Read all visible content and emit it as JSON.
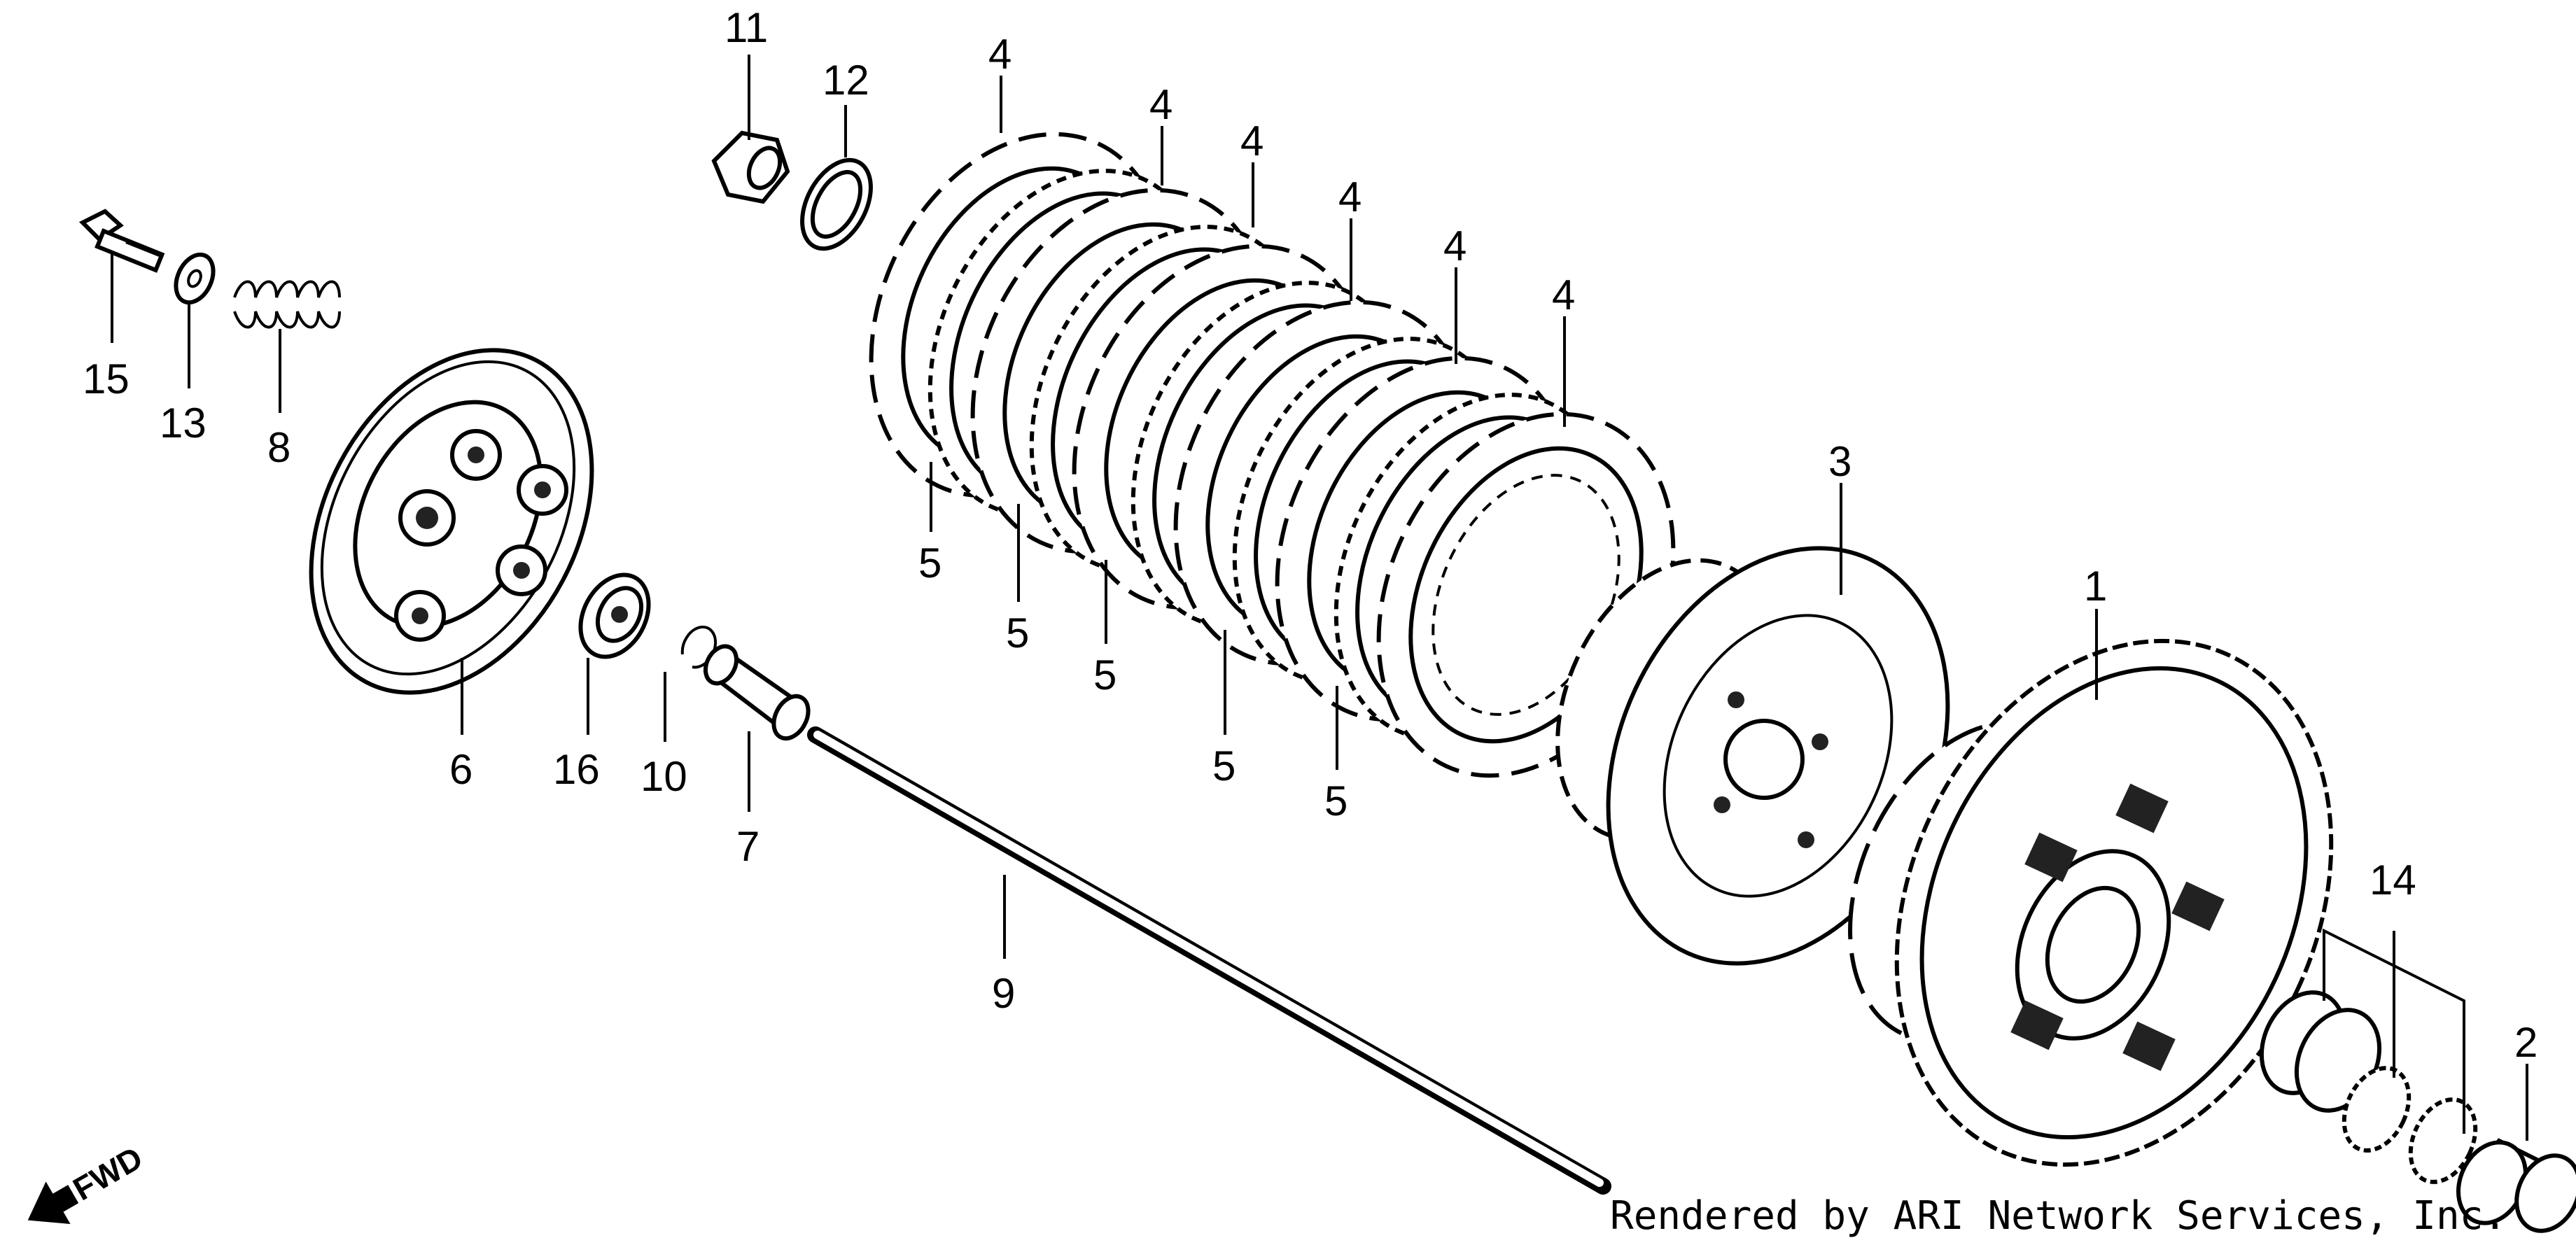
{
  "diagram": {
    "callouts": [
      "1",
      "2",
      "3",
      "4",
      "4",
      "4",
      "4",
      "4",
      "4",
      "5",
      "5",
      "5",
      "5",
      "5",
      "6",
      "7",
      "8",
      "9",
      "10",
      "11",
      "12",
      "13",
      "14",
      "15",
      "16"
    ],
    "fwd_label": "FWD",
    "credit": "Rendered by ARI Network Services, Inc."
  }
}
